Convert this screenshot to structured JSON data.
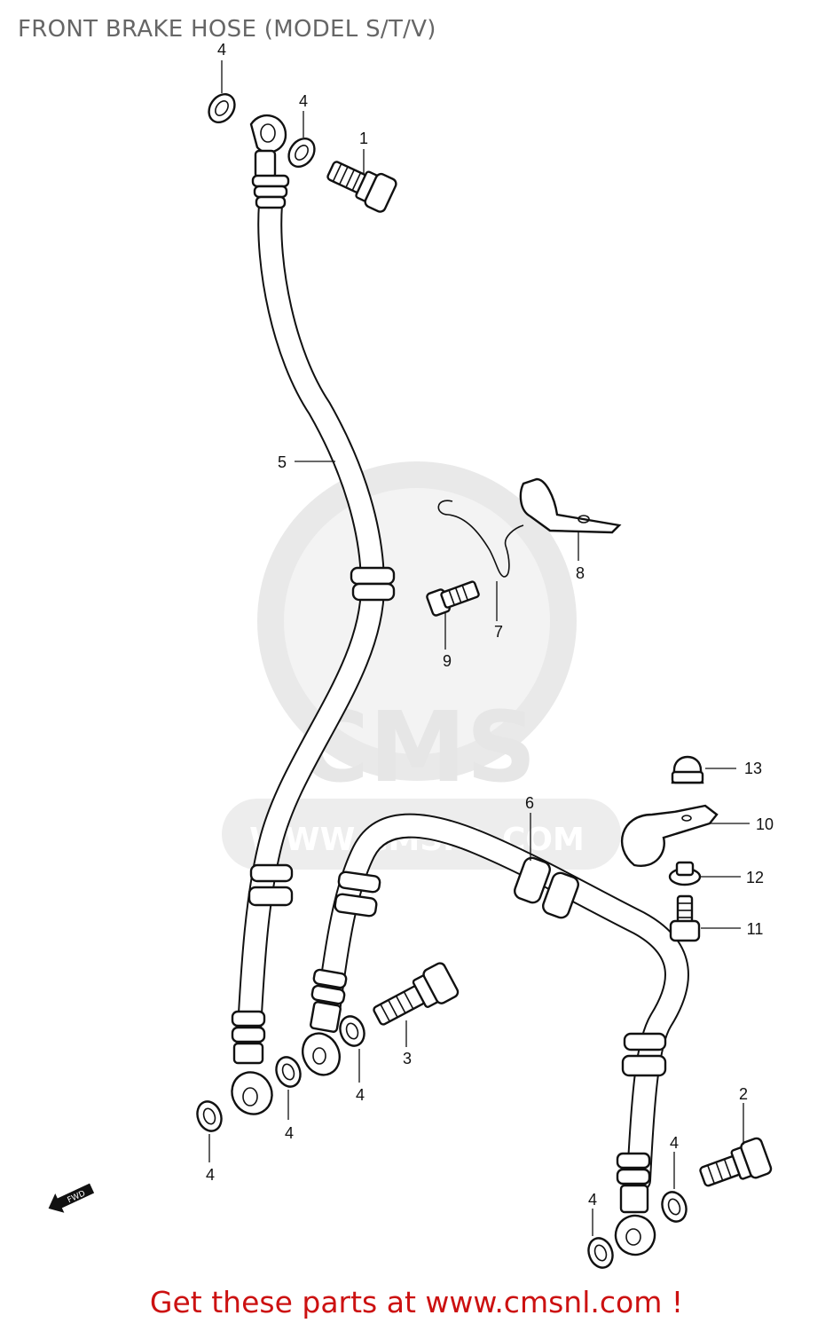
{
  "header": {
    "title": "FRONT BRAKE HOSE (MODEL S/T/V)"
  },
  "watermark": {
    "brand": "CMS",
    "url": "WWW.CMSNL.COM"
  },
  "callouts": {
    "part_1": "1",
    "part_2": "2",
    "part_3": "3",
    "part_4": "4",
    "part_5": "5",
    "part_6": "6",
    "part_7": "7",
    "part_8": "8",
    "part_9": "9",
    "part_10": "10",
    "part_11": "11",
    "part_12": "12",
    "part_13": "13"
  },
  "direction_marker": {
    "label": "FWD"
  },
  "footer": {
    "link_text": "Get these parts at www.cmsnl.com !"
  },
  "colors": {
    "title": "#666666",
    "footer_link": "#cc1111",
    "line_art": "#111111",
    "watermark": "#e6e6e6"
  }
}
